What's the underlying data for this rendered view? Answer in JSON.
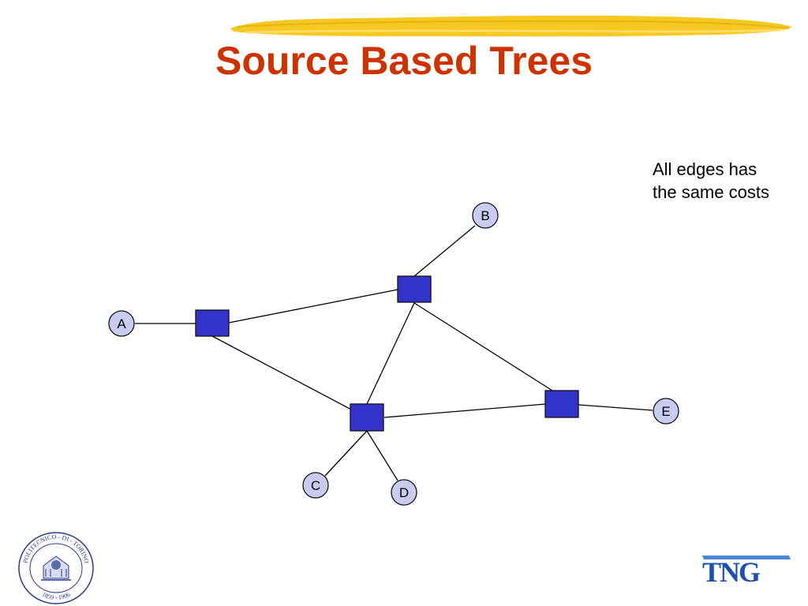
{
  "slide": {
    "title": "Source Based Trees",
    "note_lines": [
      "All edges has",
      "the same costs"
    ]
  },
  "diagram": {
    "hosts": [
      {
        "id": "A",
        "label": "A"
      },
      {
        "id": "B",
        "label": "B"
      },
      {
        "id": "C",
        "label": "C"
      },
      {
        "id": "D",
        "label": "D"
      },
      {
        "id": "E",
        "label": "E"
      }
    ],
    "routers": [
      {
        "id": "R1"
      },
      {
        "id": "R2"
      },
      {
        "id": "R3"
      },
      {
        "id": "R4"
      }
    ],
    "edges": [
      [
        "A",
        "R1"
      ],
      [
        "R1",
        "R2"
      ],
      [
        "R1",
        "R3"
      ],
      [
        "B",
        "R2"
      ],
      [
        "R2",
        "R3"
      ],
      [
        "R2",
        "R4"
      ],
      [
        "R3",
        "R4"
      ],
      [
        "R4",
        "E"
      ],
      [
        "R3",
        "C"
      ],
      [
        "R3",
        "D"
      ]
    ],
    "colors": {
      "router_fill": "#3333cc",
      "host_fill": "#c8ccf0",
      "edge": "#000000"
    }
  },
  "footer": {
    "left_logo_icon": "politecnico-di-torino-seal-icon",
    "left_logo_text": "POLITECNICO - DI - TORINO 1859 - 1906",
    "right_logo_text": "TNG"
  },
  "decor": {
    "brush_color": "#f5c518"
  }
}
